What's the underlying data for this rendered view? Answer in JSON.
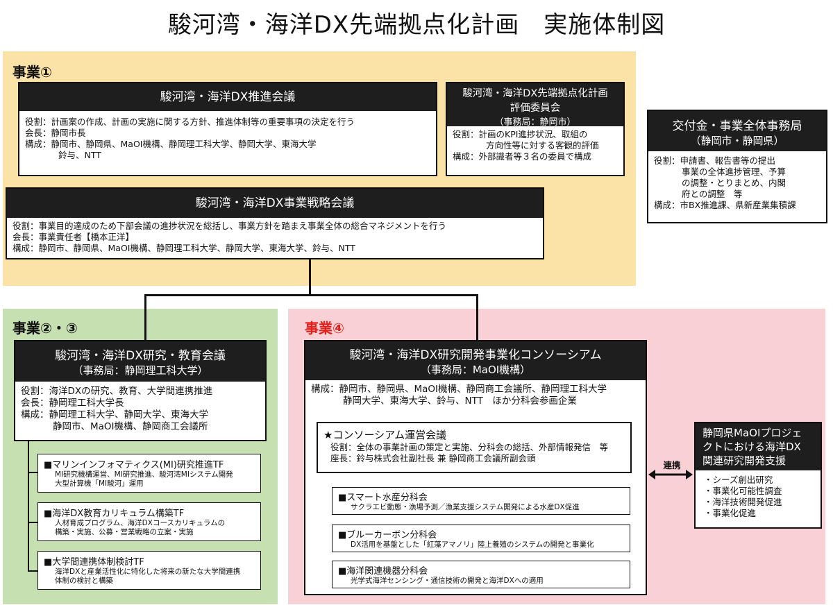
{
  "title": "駿河湾・海洋DX先端拠点化計画　実施体制図",
  "region1": {
    "label": "事業①",
    "council": {
      "header": "駿河湾・海洋DX推進会議",
      "role": "役割：計画案の作成、計画の実施に関する方針、推進体制等の重要事項の決定を行う",
      "chair": "会長：静岡市長",
      "members": "構成：静岡市、静岡県、MaOI機構、静岡理工科大学、静岡大学、東海大学",
      "members2": "鈴与、NTT"
    },
    "evaluation": {
      "header1": "駿河湾・海洋DX先端拠点化計画",
      "header2": "評価委員会",
      "header3": "（事務局：静岡市）",
      "role": "役割：計画のKPI進捗状況、取組の",
      "role2": "方向性等に対する客観的評価",
      "members": "構成：外部識者等３名の委員で構成"
    },
    "strategy": {
      "header": "駿河湾・海洋DX事業戦略会議",
      "role": "役割：事業目的達成のため下部会議の進捗状況を総括し、事業方針を踏まえ事業全体の総合マネジメントを行う",
      "chair": "会長：事業責任者【橋本正洋】",
      "members": "構成：静岡市、静岡県、MaOI機構、静岡理工科大学、静岡大学、東海大学、鈴与、NTT"
    }
  },
  "office": {
    "header1": "交付金・事業全体事務局",
    "header2": "（静岡市・静岡県）",
    "role1": "役割：申請書、報告書等の提出",
    "role2": "事業の全体進捗管理、予算",
    "role3": "の調整・とりまとめ、内閣",
    "role4": "府との調整　等",
    "members": "構成：市BX推進課、県新産業集積課"
  },
  "region2": {
    "label": "事業②・③",
    "council": {
      "header1": "駿河湾・海洋DX研究・教育会議",
      "header2": "（事務局：静岡理工科大学）",
      "role": "役割：海洋DXの研究、教育、大学間連携推進",
      "chair": "会長：静岡理工科大学長",
      "members": "構成：静岡理工科大学、静岡大学、東海大学",
      "members2": "静岡市、MaOI機構、静岡商工会議所"
    },
    "tf": [
      {
        "title": "■マリンインフォマティクス(MI)研究推進TF",
        "desc1": "MI研究機構運営、MI研究推進、駿河湾MIシステム開発",
        "desc2": "大型計算機「MI駿河」運用"
      },
      {
        "title": "■海洋DX教育カリキュラム構築TF",
        "desc1": "人材育成プログラム、海洋DXコースカリキュラムの",
        "desc2": "構築・実施、公募・営業戦略の立案・実施"
      },
      {
        "title": "■大学間連携体制検討TF",
        "desc1": "海洋DXと産業活性化に特化した将来の新たな大学間連携",
        "desc2": "体制の検討と構築"
      }
    ]
  },
  "region3": {
    "label": "事業④",
    "consortium": {
      "header1": "駿河湾・海洋DX研究開発事業化コンソーシアム",
      "header2": "（事務局：MaOI機構）",
      "members": "構成：静岡市、静岡県、MaOI機構、静岡商工会議所、静岡理工科大学",
      "members2": "静岡大学、東海大学、鈴与、NTT　ほか分科会参画企業"
    },
    "operation": {
      "title": "★コンソーシアム運営会議",
      "role": "役割：全体の事業計画の策定と実施、分科会の総括、外部情報発信　等",
      "chair": "座長：鈴与株式会社副社長 兼 静岡商工会議所副会頭"
    },
    "subcommittees": [
      {
        "title": "■スマート水産分科会",
        "desc": "サクラエビ動態・漁場予測／漁業支援システム開発による水産DX促進"
      },
      {
        "title": "■ブルーカーボン分科会",
        "desc": "DX活用を基盤とした「紅藻アマノリ」陸上養殖のシステムの開発と事業化"
      },
      {
        "title": "■海洋関連機器分科会",
        "desc": "光学式海洋センシング・通信技術の開発と海洋DXへの適用"
      }
    ]
  },
  "link": {
    "label": "連携"
  },
  "support": {
    "header1": "静岡県MaOIプロジェ",
    "header2": "クトにおける海洋DX",
    "header3": "関連研究開発支援",
    "items": [
      "・シーズ創出研究",
      "・事業化可能性調査",
      "・海洋技術開発促進",
      "・事業化促進"
    ]
  },
  "colors": {
    "region1_bg": "#fbe3a8",
    "region2_bg": "#c7e0b2",
    "region3_bg": "#f9d0d6",
    "label4": "#e0201a",
    "header_bg": "#1e1e1e"
  }
}
